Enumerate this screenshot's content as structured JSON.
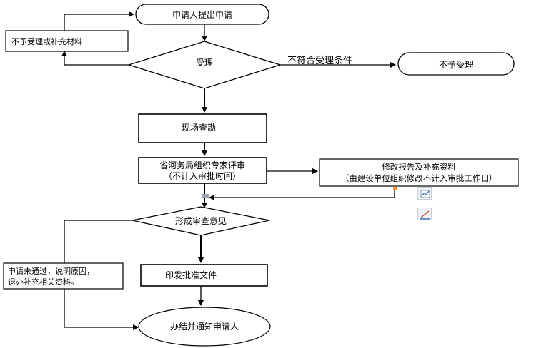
{
  "nodes": {
    "applicant_submit": "申请人提出申请",
    "not_accept_or_supplement": "不予受理或补充材料",
    "accept": "受理",
    "not_meet_conditions": "不符合受理条件",
    "not_accepted": "不予受理",
    "site_survey": "现场查勘",
    "expert_review_line1": "省河务局组织专家评审",
    "expert_review_line2": "（不计入审批时间）",
    "revise_report_line1": "修改报告及补充资料",
    "revise_report_line2": "（由建设单位组织修改不计入审批工作日）",
    "form_opinion": "形成审查意见",
    "issue_approval": "印发批准文件",
    "rejected_line1": "申请未通过，说明原因，",
    "rejected_line2": "退办补充相关资料。",
    "complete_notify": "办结并通知申请人"
  },
  "toolbar_icons": [
    "chart-icon",
    "edit-shape-icon"
  ]
}
